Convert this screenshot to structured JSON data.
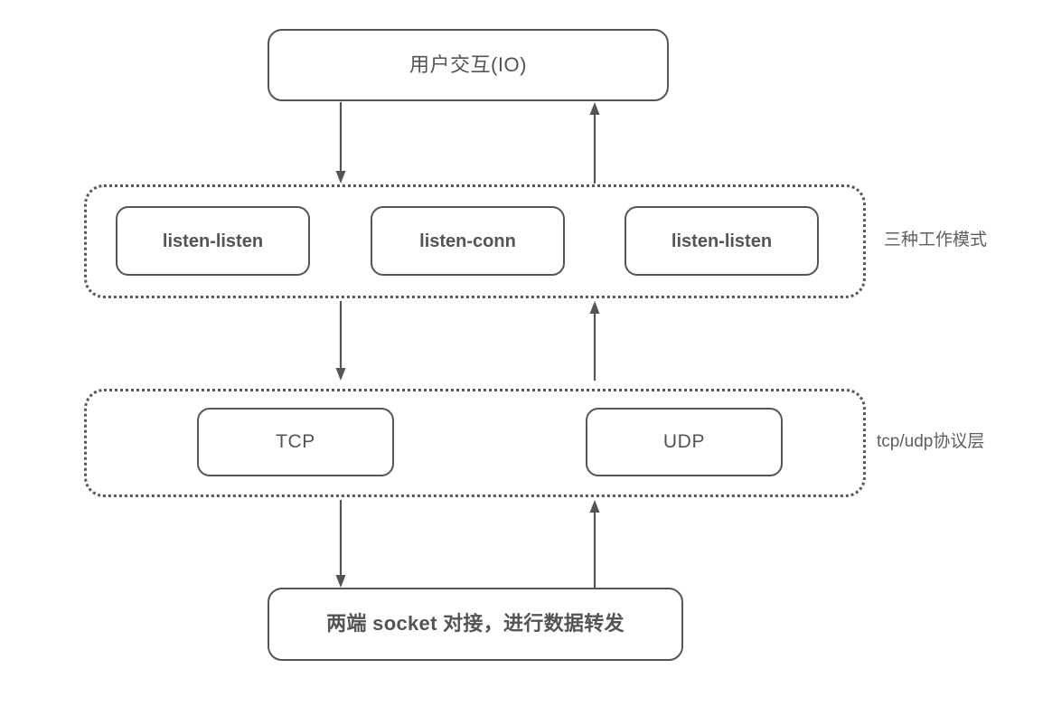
{
  "diagram": {
    "title_node": {
      "label": "用户交互(IO)"
    },
    "modes_group": {
      "side_label": "三种工作模式",
      "boxes": [
        {
          "label": "listen-listen"
        },
        {
          "label": "listen-conn"
        },
        {
          "label": "listen-listen"
        }
      ]
    },
    "protocol_group": {
      "side_label": "tcp/udp协议层",
      "boxes": [
        {
          "label": "TCP"
        },
        {
          "label": "UDP"
        }
      ]
    },
    "socket_node": {
      "label": "两端 socket 对接，进行数据转发"
    },
    "arrows": [
      {
        "name": "io-to-modes",
        "direction": "down"
      },
      {
        "name": "modes-to-io",
        "direction": "up"
      },
      {
        "name": "modes-to-protocol",
        "direction": "down"
      },
      {
        "name": "protocol-to-modes",
        "direction": "up"
      },
      {
        "name": "protocol-to-socket",
        "direction": "down"
      },
      {
        "name": "socket-to-protocol",
        "direction": "up"
      }
    ],
    "colors": {
      "stroke": "#555555",
      "text": "#545454",
      "group_border": "#585858",
      "background": "#ffffff"
    }
  }
}
